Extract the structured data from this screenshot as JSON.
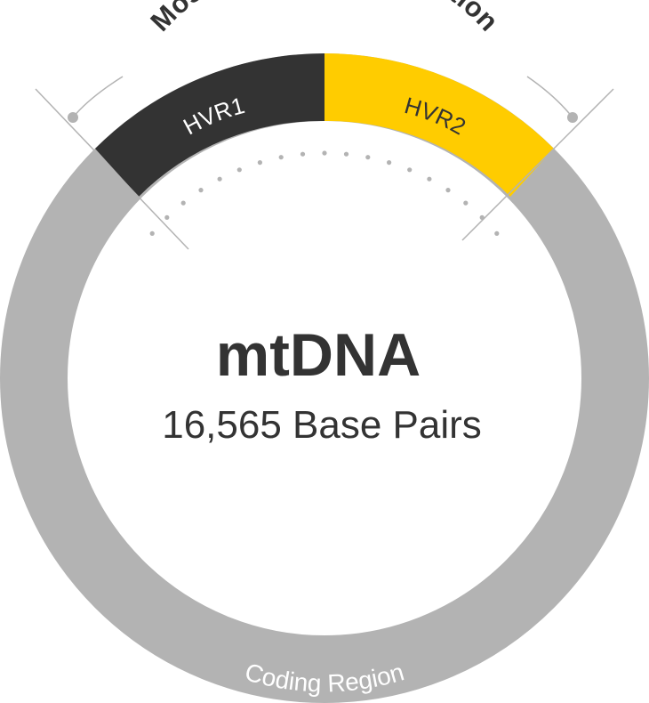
{
  "diagram": {
    "header": "Most Ancestral Information",
    "center": {
      "title": "mtDNA",
      "subtitle": "16,565 Base Pairs"
    },
    "segments": [
      {
        "label": "HVR1",
        "color": "#333333",
        "text_color": "#ffffff"
      },
      {
        "label": "HVR2",
        "color": "#FFCC00",
        "text_color": "#333333"
      },
      {
        "label": "Coding Region",
        "color": "#B3B3B3",
        "text_color": "#ffffff"
      }
    ],
    "colors": {
      "ring_background": "#B3B3B3",
      "connector": "#B3B3B3",
      "text_dark": "#333333",
      "background": "#ffffff"
    }
  }
}
